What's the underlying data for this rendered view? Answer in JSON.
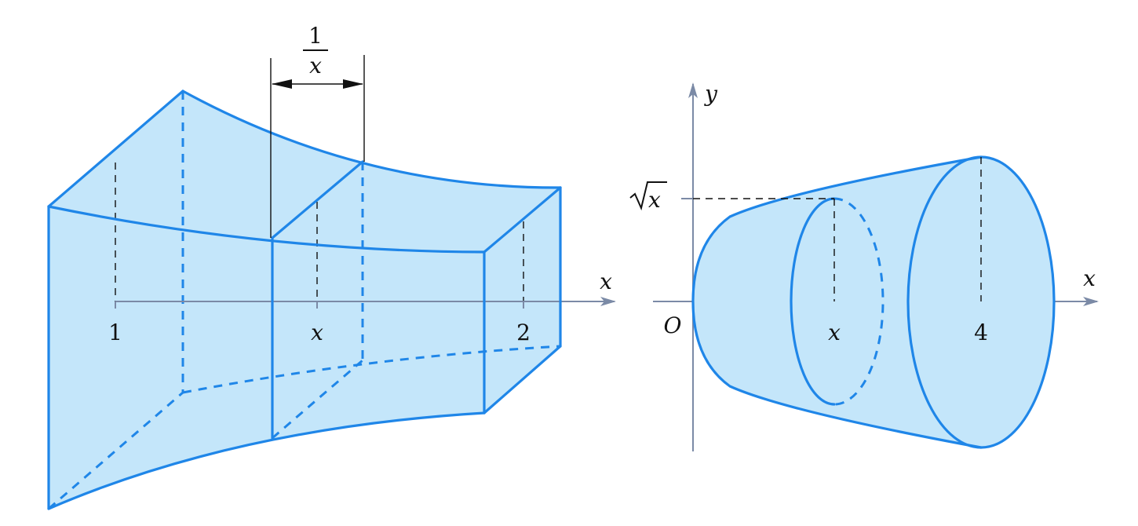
{
  "colors": {
    "edge": "#1f86e8",
    "fill": "#c4e6fa",
    "axis": "#7b8aa6",
    "text": "#111111"
  },
  "left_figure": {
    "width_label_numerator": "1",
    "width_label_denominator": "x",
    "x_axis_label": "x",
    "tick_1": "1",
    "tick_x": "x",
    "tick_2": "2"
  },
  "right_figure": {
    "y_axis_label": "y",
    "x_axis_label": "x",
    "origin_label": "O",
    "sqrt_radicand": "x",
    "tick_x": "x",
    "tick_4": "4"
  }
}
